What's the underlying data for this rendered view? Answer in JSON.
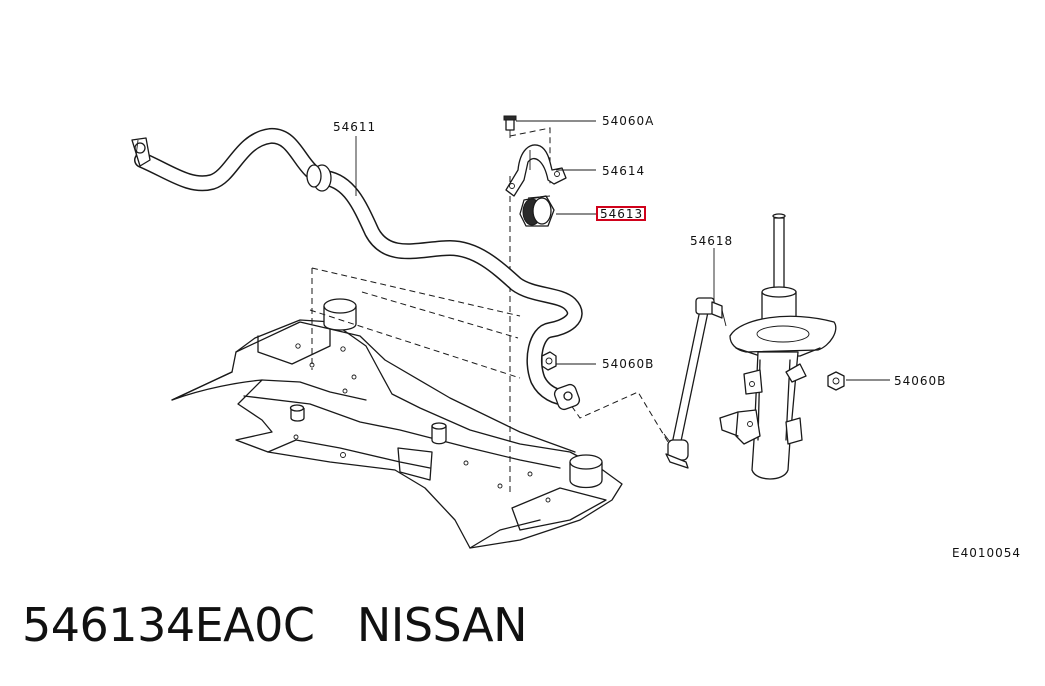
{
  "diagram": {
    "callouts": {
      "stabilizer_bar": "54611",
      "bracket_bolt": "54060A",
      "bush_clamp": "54614",
      "bushing": "54613",
      "connecting_rod": "54618",
      "nut_left": "54060B",
      "nut_right": "54060B"
    },
    "highlighted_part": "54613",
    "highlight_color": "#d0021b",
    "figure_code": "E4010054"
  },
  "caption": {
    "text": "546134EA0C   NISSAN"
  }
}
